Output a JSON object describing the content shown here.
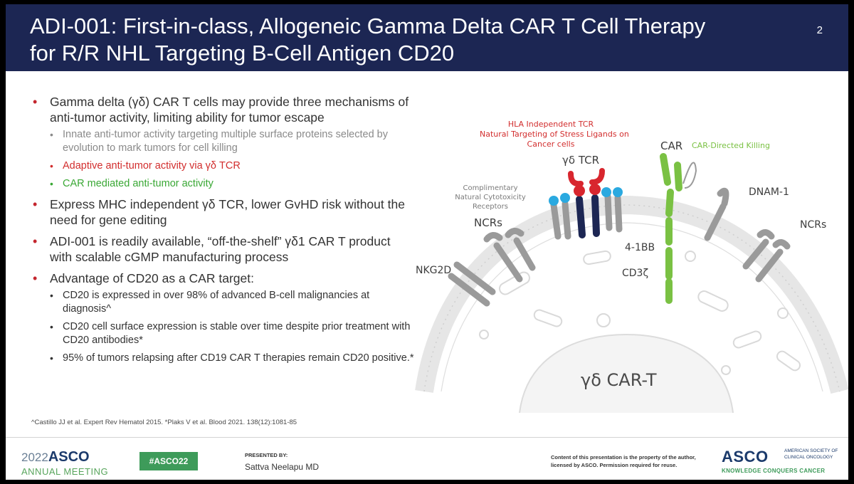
{
  "header": {
    "title_line1": "ADI-001:  First-in-class, Allogeneic Gamma Delta CAR T Cell Therapy",
    "title_line2": "for R/R NHL Targeting B-Cell Antigen CD20",
    "slide_number": "2"
  },
  "bullets": {
    "b1": "Gamma delta (γδ) CAR T cells may provide three mechanisms of anti-tumor activity, limiting ability for tumor escape",
    "b1_sub1": "Innate anti-tumor activity targeting multiple surface proteins selected by evolution to mark tumors for cell killing",
    "b1_sub2": "Adaptive anti-tumor activity via γδ TCR",
    "b1_sub3": "CAR mediated anti-tumor activity",
    "b2": "Express MHC independent γδ TCR, lower GvHD risk without the need for gene editing",
    "b3": "ADI-001 is readily available, “off-the-shelf” γδ1 CAR T product with scalable cGMP manufacturing process",
    "b4": "Advantage of CD20 as a CAR target:",
    "b4_sub1": "CD20 is expressed in over 98% of advanced B-cell malignancies at diagnosis^",
    "b4_sub2": "CD20 cell surface expression is stable over time despite prior treatment with CD20 antibodies*",
    "b4_sub3": "95% of tumors relapsing after CD19 CAR T therapies remain CD20 positive.*"
  },
  "diagram": {
    "hla_line1": "HLA Independent  TCR",
    "hla_line2": "Natural Targeting of Stress Ligands on",
    "hla_line3": "Cancer cells",
    "car": "CAR",
    "car_directed": "CAR-Directed Killing",
    "gd_tcr": "γδ TCR",
    "comp_line1": "Complimentary",
    "comp_line2": "Natural Cytotoxicity",
    "comp_line3": "Receptors",
    "ncrs_left": "NCRs",
    "dnam": "DNAM-1",
    "ncrs_right": "NCRs",
    "bb": "4-1BB",
    "cd3": "CD3ζ",
    "nkg2d": "NKG2D",
    "cell": "γδ CAR-T"
  },
  "footnote": "^Castillo JJ et al. Expert Rev Hematol 2015. *Plaks V et al. Blood 2021. 138(12):1081-85",
  "footer": {
    "year": "2022",
    "asco": "ASCO",
    "meeting": "ANNUAL MEETING",
    "hashtag": "#ASCO22",
    "presented_by": "PRESENTED BY:",
    "presenter": "Sattva Neelapu MD",
    "rights": "Content of this presentation is the property of the author, licensed by ASCO. Permission required for reuse.",
    "asco_logo": "ASCO",
    "society_line1": "AMERICAN SOCIETY OF",
    "society_line2": "CLINICAL ONCOLOGY",
    "tagline": "KNOWLEDGE CONQUERS CANCER"
  },
  "colors": {
    "header_bg": "#1c2653",
    "bullet_red": "#c4262e",
    "adaptive_red": "#d22e2e",
    "car_green": "#3aa835",
    "tcr_navy": "#1c2653",
    "tcr_cyan": "#2aa9e0",
    "receptor_gray": "#9a9a9a"
  }
}
